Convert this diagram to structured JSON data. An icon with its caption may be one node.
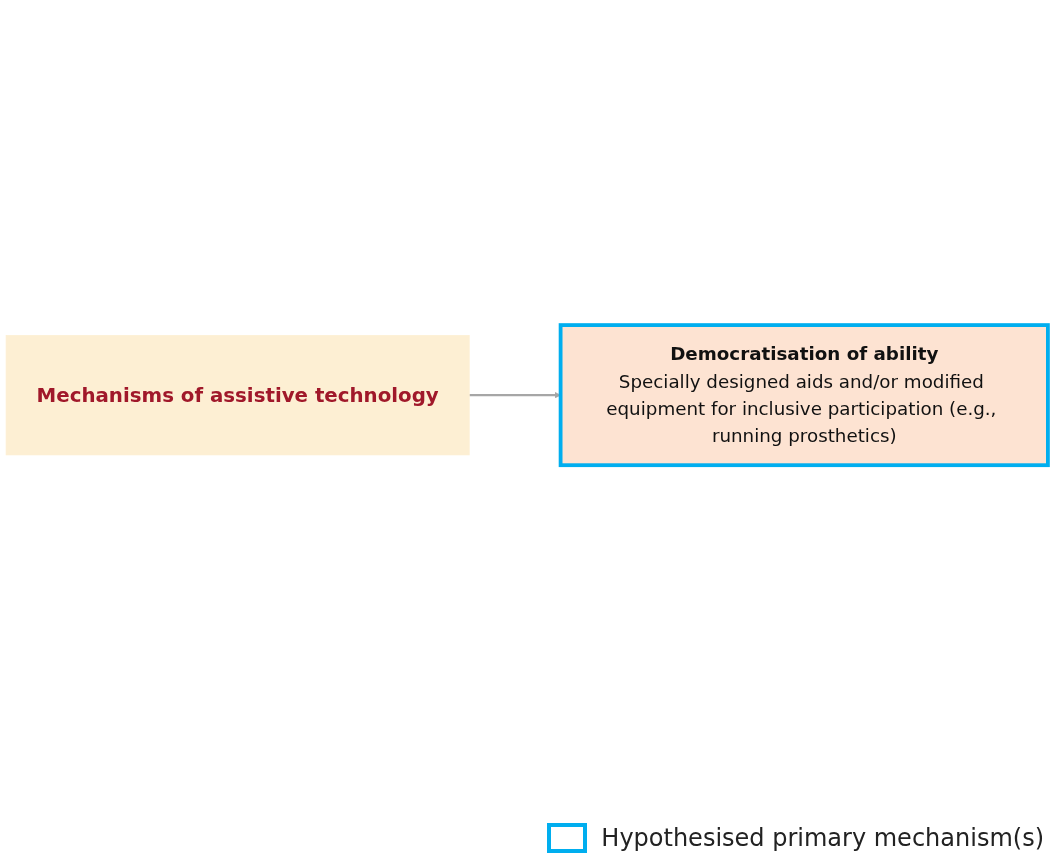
{
  "diagram": {
    "nodes": [
      {
        "text": [
          "Mechanisms of assistive technology"
        ]
      },
      {
        "text": [
          "Democratisation of ability",
          "Specially designed aids and/or modified equipment for inclusive participation (e.g., running prosthetics)"
        ]
      }
    ],
    "edges": [
      {
        "from": 0,
        "to": 1,
        "arrow": "to"
      }
    ],
    "legend": [
      {
        "text": "Hypothesised primary mechanism(s)"
      }
    ]
  }
}
